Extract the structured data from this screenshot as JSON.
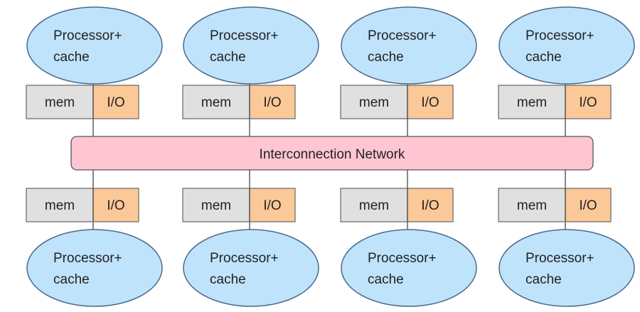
{
  "labels": {
    "processor_line1": "Processor+",
    "processor_line2": "cache",
    "mem": "mem",
    "io": "I/O",
    "network": "Interconnection Network"
  },
  "colors": {
    "processor_fill": "#bfe3fb",
    "mem_fill": "#e0e0e0",
    "io_fill": "#fbc898",
    "network_fill": "#fdc6d2"
  }
}
